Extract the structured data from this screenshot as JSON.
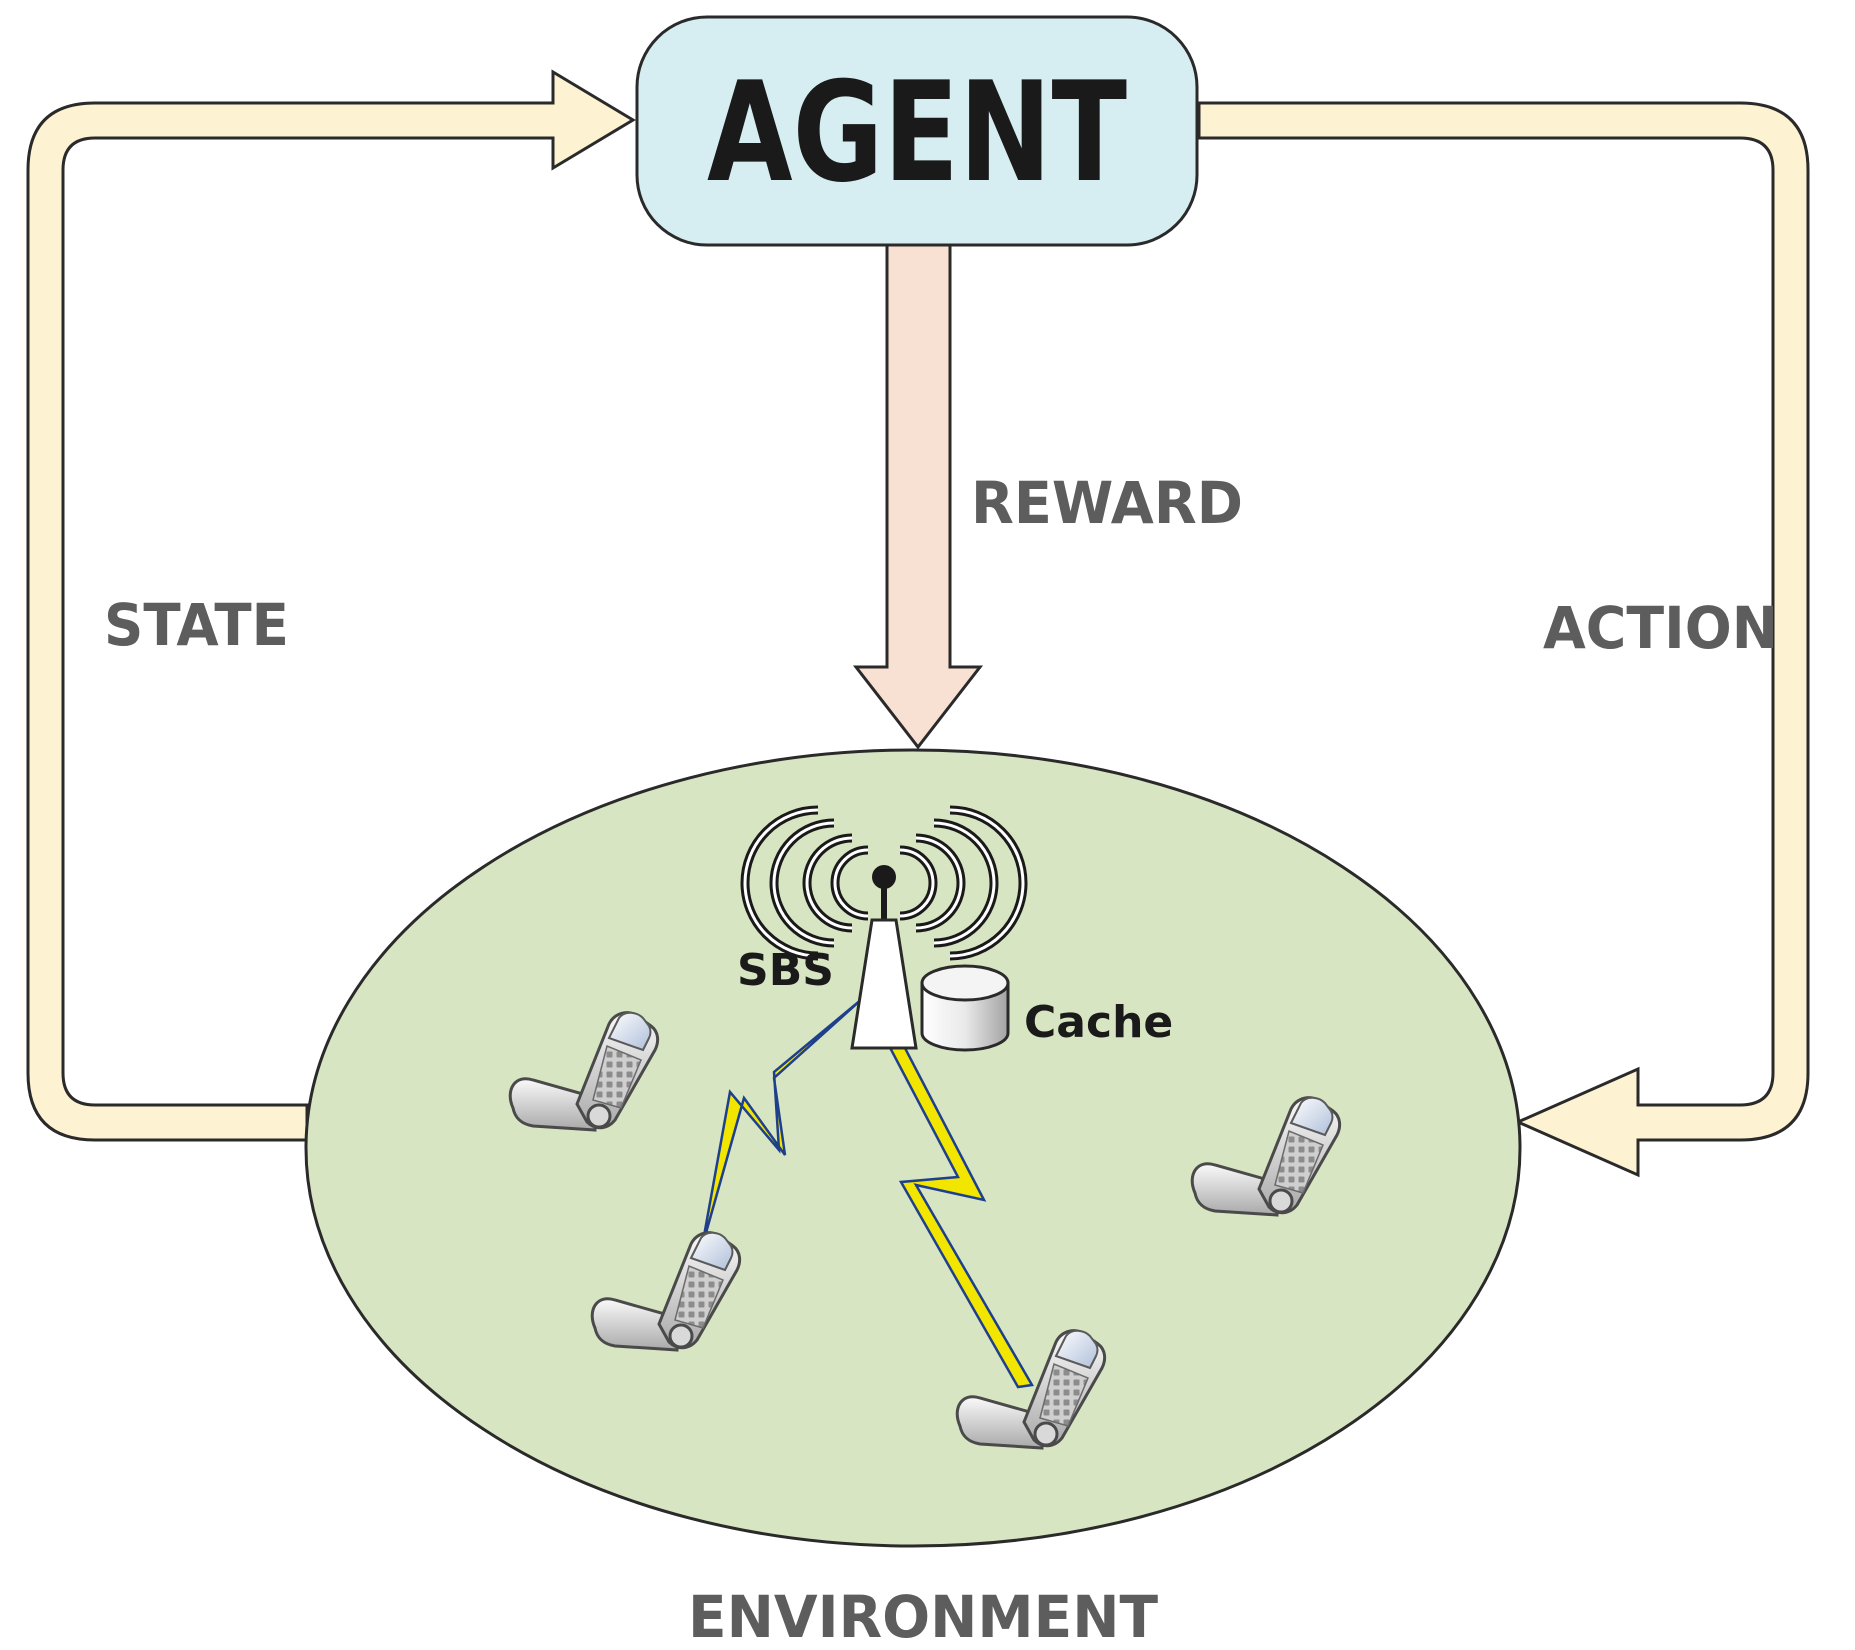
{
  "agent": {
    "label": "AGENT"
  },
  "loop": {
    "state_label": "STATE",
    "action_label": "ACTION",
    "reward_label": "REWARD"
  },
  "environment": {
    "label": "ENVIRONMENT",
    "base_station_label": "SBS",
    "cache_label": "Cache"
  },
  "colors": {
    "agent_fill": "#d6edf2",
    "loop_arrow_fill": "#fdf3d3",
    "reward_arrow_fill": "#f8e0d3",
    "environment_fill": "#d8e5c2",
    "label_gray": "#5d5d5d",
    "link_yellow": "#f2e600",
    "link_blue": "#1e3f8c"
  },
  "icons": {
    "base_station": "antenna-tower-icon",
    "cache": "database-cylinder-icon",
    "user_device": "flip-phone-icon",
    "wireless_link": "lightning-link-icon"
  }
}
